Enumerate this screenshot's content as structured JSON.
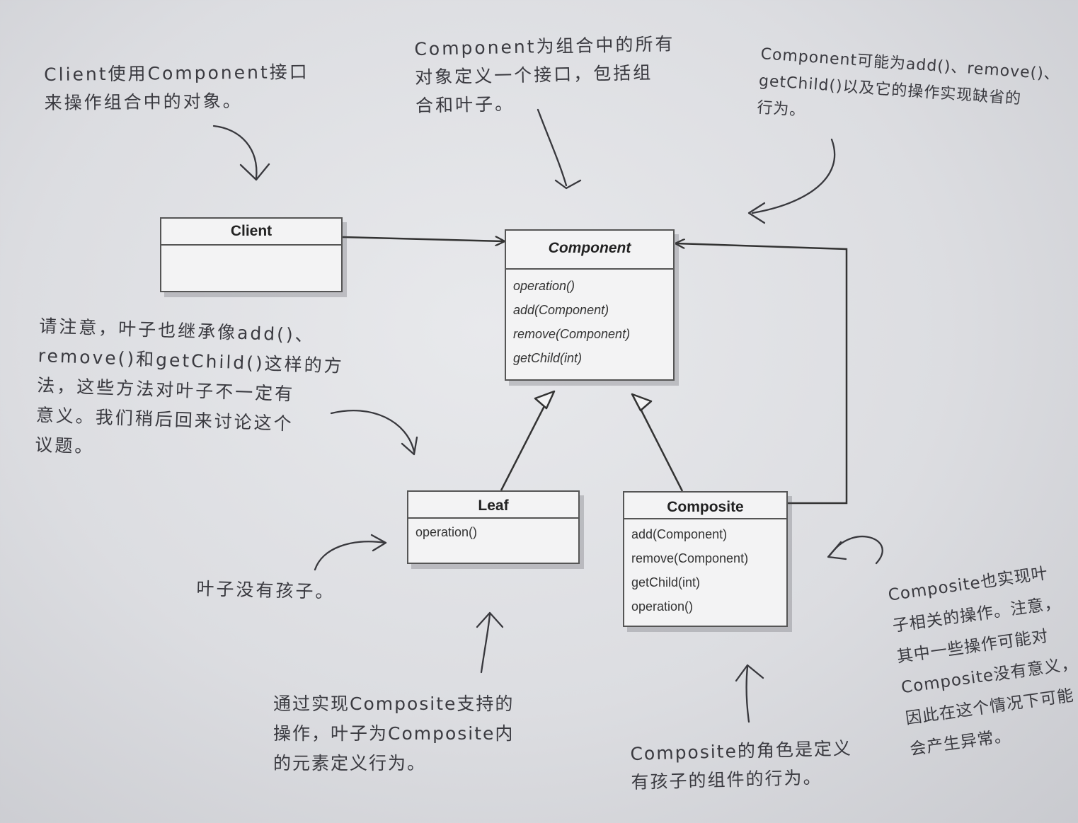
{
  "boxes": {
    "client": {
      "name": "Client",
      "operations": []
    },
    "component": {
      "name": "Component",
      "operations": [
        "operation()",
        "add(Component)",
        "remove(Component)",
        "getChild(int)"
      ]
    },
    "leaf": {
      "name": "Leaf",
      "operations": [
        "operation()"
      ]
    },
    "composite": {
      "name": "Composite",
      "operations": [
        "add(Component)",
        "remove(Component)",
        "getChild(int)",
        "operation()"
      ]
    }
  },
  "notes": {
    "client": [
      "Client使用Component接口",
      "来操作组合中的对象。"
    ],
    "component": [
      "Component为组合中的所有",
      "对象定义一个接口，包括组",
      "合和叶子。"
    ],
    "component_default": [
      "Component可能为add()、remove()、",
      "getChild()以及它的操作实现缺省的",
      "行为。"
    ],
    "leaf_inherit": [
      "请注意，叶子也继承像add()、",
      "remove()和getChild()这样的方",
      "法，这些方法对叶子不一定有",
      "意义。我们稍后回来讨论这个",
      "议题。"
    ],
    "leaf_children": [
      "叶子没有孩子。"
    ],
    "leaf_behavior": [
      "通过实现Composite支持的",
      "操作，叶子为Composite内",
      "的元素定义行为。"
    ],
    "composite_role": [
      "Composite的角色是定义",
      "有孩子的组件的行为。"
    ],
    "composite_ops": [
      "Composite也实现叶",
      "子相关的操作。注意，",
      "其中一些操作可能对",
      "Composite没有意义，",
      "因此在这个情况下可能",
      "会产生异常。"
    ]
  }
}
